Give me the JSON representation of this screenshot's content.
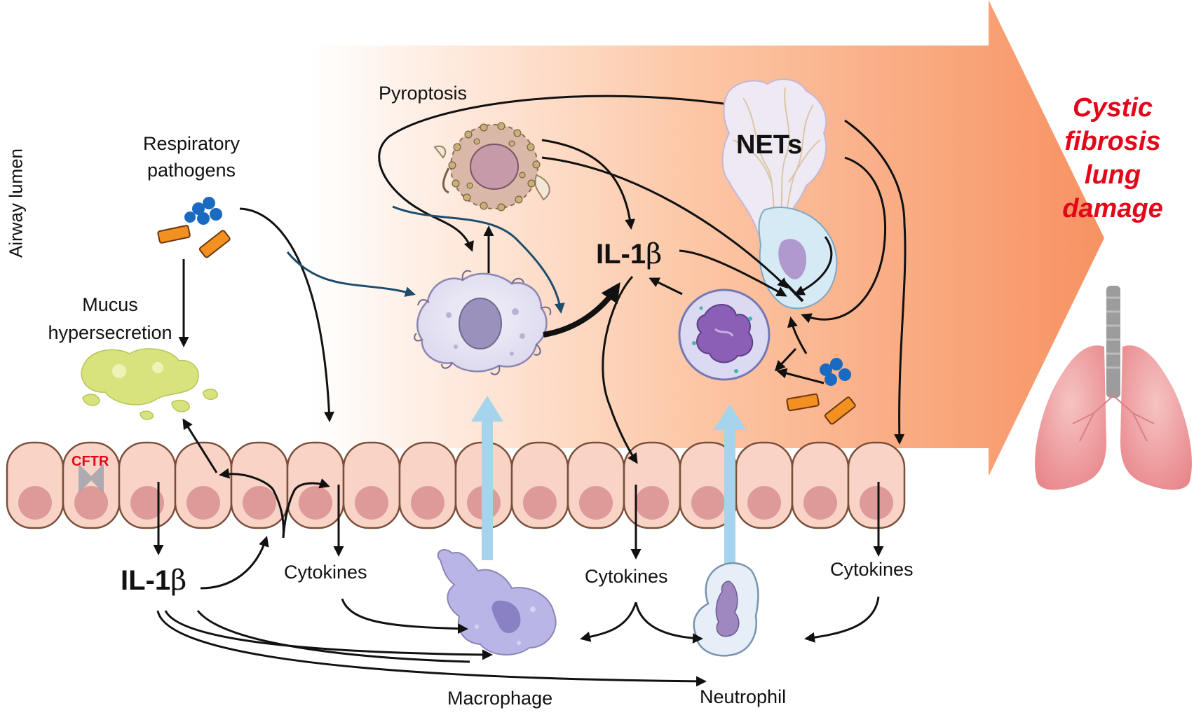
{
  "labels": {
    "airway_lumen": "Airway lumen",
    "respiratory_pathogens_line1": "Respiratory",
    "respiratory_pathogens_line2": "pathogens",
    "mucus_line1": "Mucus",
    "mucus_line2": "hypersecretion",
    "pyroptosis": "Pyroptosis",
    "nets": "NETs",
    "il1b_prefix": "IL-1",
    "il1b_greek": "β",
    "cftr": "CFTR",
    "cytokines_1": "Cytokines",
    "cytokines_2": "Cytokines",
    "cytokines_3": "Cytokines",
    "macrophage": "Macrophage",
    "neutrophil": "Neutrophil"
  },
  "outcome": {
    "line1": "Cystic",
    "line2": "fibrosis",
    "line3": "lung",
    "line4": "damage"
  },
  "colors": {
    "outcome_text": "#e2081a",
    "cftr_text": "#e2081a",
    "background_arrow_start": "#ffffff",
    "background_arrow_end": "#f79262",
    "epithelial_cell_fill": "#f8d3c6",
    "epithelial_nucleus_fill": "#dd9a99",
    "pathogen_cocci": "#1a6ac2",
    "pathogen_rod": "#f29020",
    "mucus": "#d9e37d",
    "macrophage_fill": "#b9b5e6",
    "neutrophil_nucleus": "#8a5fb5",
    "migration_arrow": "#a6d4ec",
    "pathogen_arrow": "#1d4c6e",
    "lung": "#e8868a",
    "trachea": "#9c9c9c"
  }
}
